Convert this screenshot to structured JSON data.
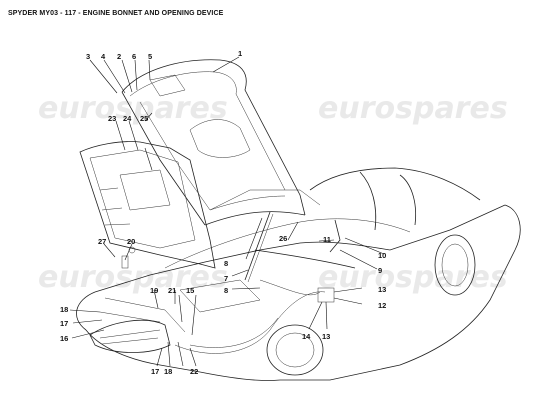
{
  "title": "SPYDER MY03 - 117 - ENGINE BONNET AND OPENING DEVICE",
  "watermark": "eurospares",
  "callouts": [
    "1",
    "2",
    "3",
    "4",
    "5",
    "6",
    "7",
    "8",
    "8",
    "9",
    "10",
    "11",
    "12",
    "13",
    "13",
    "14",
    "15",
    "16",
    "17",
    "17",
    "18",
    "18",
    "19",
    "20",
    "21",
    "22",
    "23",
    "24",
    "25",
    "26",
    "27"
  ]
}
